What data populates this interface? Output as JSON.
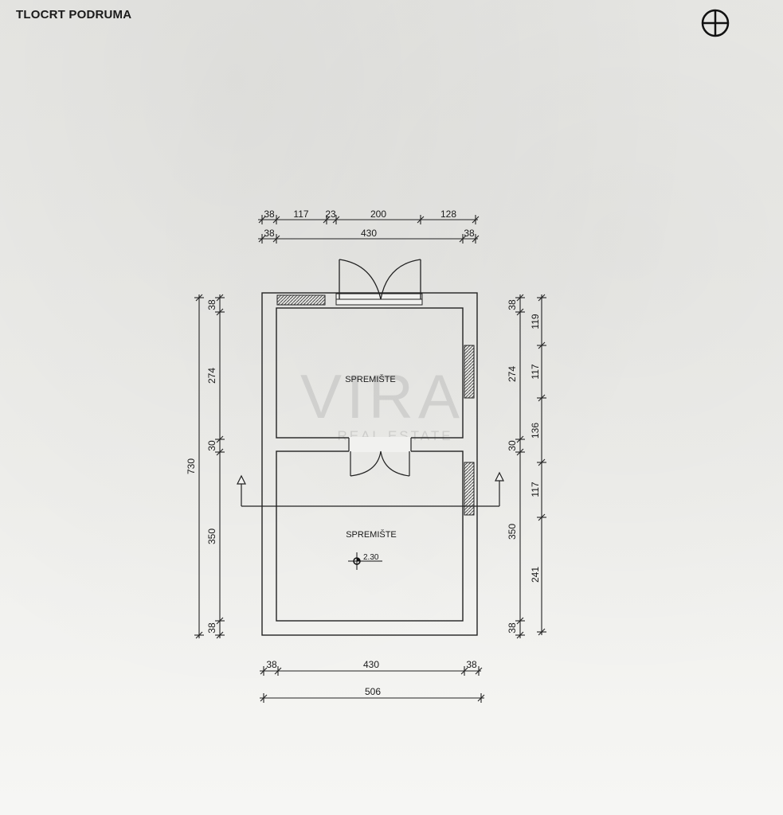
{
  "title": "TLOCRT PODRUMA",
  "watermark": {
    "brand": "VIRA",
    "subtitle": "REAL ESTATE"
  },
  "rooms": {
    "upper": "SPREMIŠTE",
    "lower": "SPREMIŠTE"
  },
  "level_mark": "2.30",
  "dims": {
    "top_row1": [
      "38",
      "117",
      "23",
      "200",
      "128"
    ],
    "top_row2": [
      "38",
      "430",
      "38"
    ],
    "left_total": "730",
    "left_parts": [
      "38",
      "274",
      "30",
      "350",
      "38"
    ],
    "right_parts": [
      "38",
      "274",
      "30",
      "350",
      "38"
    ],
    "right_openings": [
      "119",
      "117",
      "136",
      "117",
      "241"
    ],
    "bottom_row1": [
      "38",
      "430",
      "38"
    ],
    "bottom_total": "506"
  },
  "icons": {
    "north_symbol": "compass-circle-icon"
  }
}
